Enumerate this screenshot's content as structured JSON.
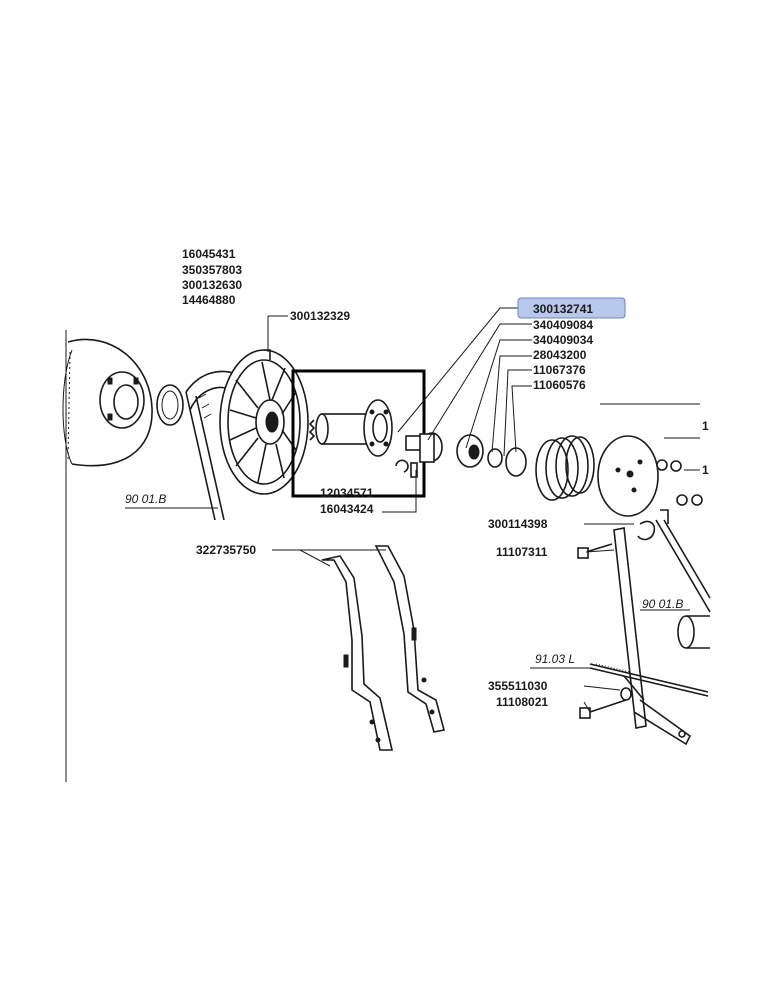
{
  "diagram": {
    "part_numbers": {
      "top_stack": [
        "16045431",
        "350357803",
        "300132630",
        "14464880"
      ],
      "pulley": "300132329",
      "right_stack": [
        "300132741",
        "340409084",
        "340409034",
        "28043200",
        "11067376",
        "11060576"
      ],
      "hub_part": "12034571",
      "pin_part": "16043424",
      "bracket": "322735750",
      "clip": "300114398",
      "bolt_upper": "11107311",
      "washer": "355511030",
      "bolt_lower": "11108021",
      "partial_right_1": "1",
      "partial_right_2": "1"
    },
    "references": {
      "belt_left": "90 01.B",
      "belt_right": "90 01.B",
      "rod": "91.03 L"
    },
    "highlighted_part": "300132741",
    "colors": {
      "highlight_fill": "#b8c8ea",
      "highlight_stroke": "#6b84c4",
      "ink": "#1a1a1a"
    }
  }
}
